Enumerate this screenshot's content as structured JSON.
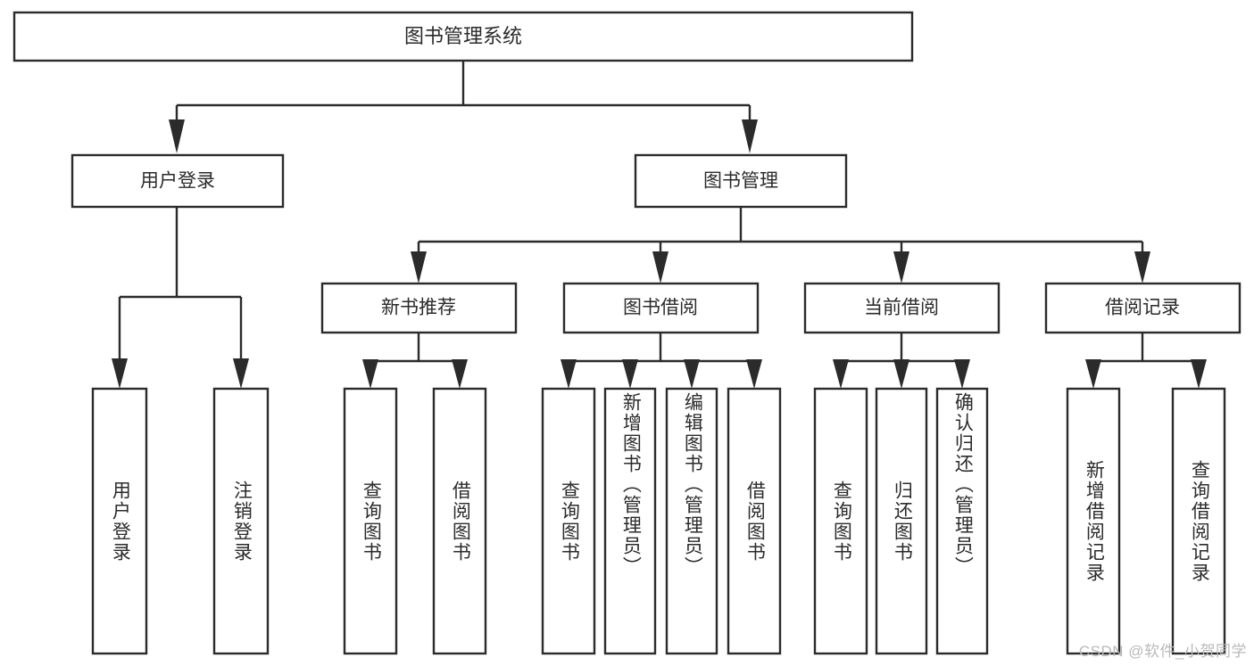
{
  "diagram": {
    "type": "tree-hierarchy",
    "title": "图书管理系统",
    "orientation": "top-down",
    "watermark": "CSDN @软件_小贺同学",
    "colors": {
      "box_stroke": "#2b2b2b",
      "box_fill": "#ffffff",
      "connector": "#2b2b2b",
      "text": "#2b2b2b",
      "watermark": "#b9b9b9",
      "background": "#ffffff"
    },
    "levels": {
      "root": "图书管理系统",
      "level2": [
        "用户登录",
        "图书管理"
      ],
      "level3": [
        "新书推荐",
        "图书借阅",
        "当前借阅",
        "借阅记录"
      ]
    },
    "nodes": {
      "root": {
        "id": "root",
        "label": "图书管理系统",
        "level": 1,
        "orientation": "horizontal"
      },
      "user_login": {
        "id": "user_login",
        "label": "用户登录",
        "level": 2,
        "orientation": "horizontal"
      },
      "book_manage": {
        "id": "book_manage",
        "label": "图书管理",
        "level": 2,
        "orientation": "horizontal"
      },
      "new_book_rec": {
        "id": "new_book_rec",
        "label": "新书推荐",
        "level": 3,
        "orientation": "horizontal"
      },
      "book_borrow": {
        "id": "book_borrow",
        "label": "图书借阅",
        "level": 3,
        "orientation": "horizontal"
      },
      "current_borrow": {
        "id": "current_borrow",
        "label": "当前借阅",
        "level": 3,
        "orientation": "horizontal"
      },
      "borrow_record": {
        "id": "borrow_record",
        "label": "借阅记录",
        "level": 3,
        "orientation": "horizontal"
      },
      "leaf_user_login": {
        "id": "leaf_user_login",
        "label": "用户登录",
        "level": 4,
        "orientation": "vertical",
        "parent": "用户登录"
      },
      "leaf_logout": {
        "id": "leaf_logout",
        "label": "注销登录",
        "level": 4,
        "orientation": "vertical",
        "parent": "用户登录"
      },
      "leaf_query_book_1": {
        "id": "leaf_query_book_1",
        "label": "查询图书",
        "level": 4,
        "orientation": "vertical",
        "parent": "新书推荐"
      },
      "leaf_borrow_book_1": {
        "id": "leaf_borrow_book_1",
        "label": "借阅图书",
        "level": 4,
        "orientation": "vertical",
        "parent": "新书推荐"
      },
      "leaf_query_book_2": {
        "id": "leaf_query_book_2",
        "label": "查询图书",
        "level": 4,
        "orientation": "vertical",
        "parent": "图书借阅"
      },
      "leaf_add_book": {
        "id": "leaf_add_book",
        "label": "新增图书（管理员）",
        "level": 4,
        "orientation": "vertical",
        "parent": "图书借阅"
      },
      "leaf_edit_book": {
        "id": "leaf_edit_book",
        "label": "编辑图书（管理员）",
        "level": 4,
        "orientation": "vertical",
        "parent": "图书借阅"
      },
      "leaf_borrow_book_2": {
        "id": "leaf_borrow_book_2",
        "label": "借阅图书",
        "level": 4,
        "orientation": "vertical",
        "parent": "图书借阅"
      },
      "leaf_query_book_3": {
        "id": "leaf_query_book_3",
        "label": "查询图书",
        "level": 4,
        "orientation": "vertical",
        "parent": "当前借阅"
      },
      "leaf_return_book": {
        "id": "leaf_return_book",
        "label": "归还图书",
        "level": 4,
        "orientation": "vertical",
        "parent": "当前借阅"
      },
      "leaf_confirm_return": {
        "id": "leaf_confirm_return",
        "label": "确认归还（管理员）",
        "level": 4,
        "orientation": "vertical",
        "parent": "当前借阅"
      },
      "leaf_add_record": {
        "id": "leaf_add_record",
        "label": "新增借阅记录",
        "level": 4,
        "orientation": "vertical",
        "parent": "借阅记录"
      },
      "leaf_query_record": {
        "id": "leaf_query_record",
        "label": "查询借阅记录",
        "level": 4,
        "orientation": "vertical",
        "parent": "借阅记录"
      }
    }
  }
}
